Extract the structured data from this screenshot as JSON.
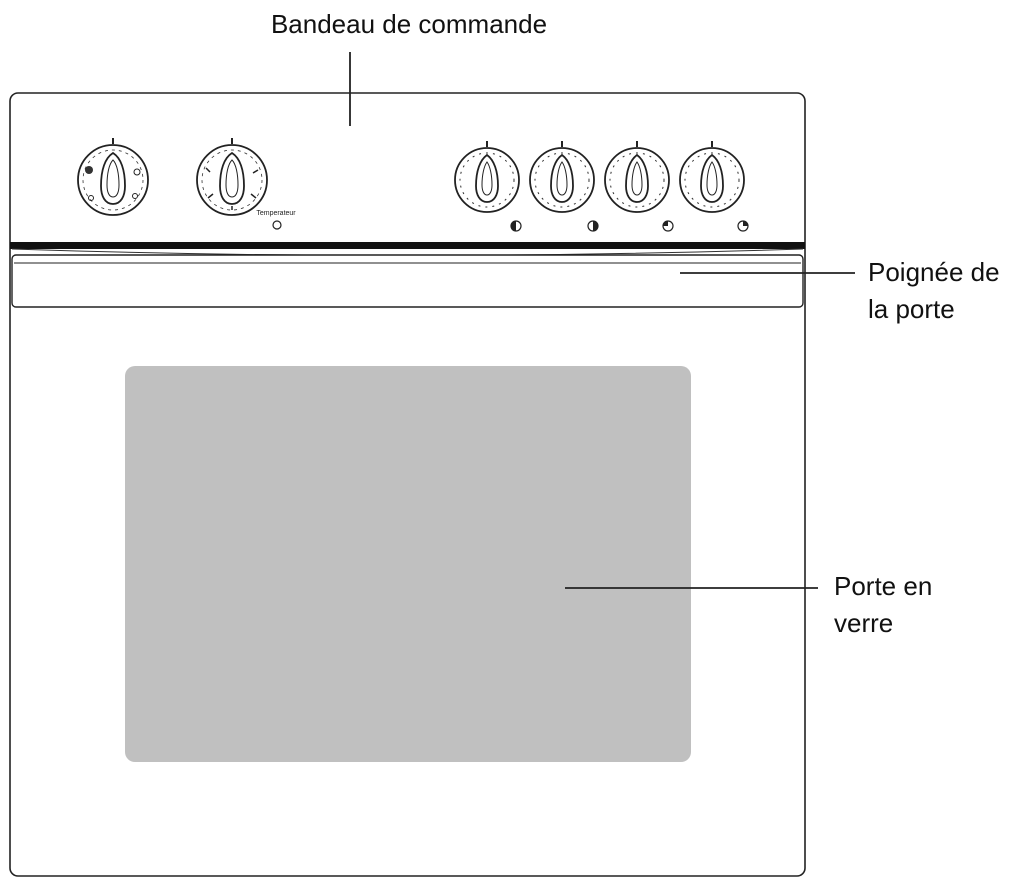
{
  "callouts": {
    "control_panel": "Bandeau de commande",
    "door_handle_line1": "Poignée de",
    "door_handle_line2": "la porte",
    "glass_door_line1": "Porte en",
    "glass_door_line2": "verre"
  },
  "panel": {
    "temperature_indicator_label": "Temperateur"
  },
  "colors": {
    "outline": "#222222",
    "glass": "#c0c0c0",
    "background": "#ffffff",
    "text": "#111111"
  },
  "icons": {
    "knob": "rotary-knob-icon",
    "burner_indicator": "burner-position-icon",
    "indicator_light": "indicator-light-icon"
  }
}
